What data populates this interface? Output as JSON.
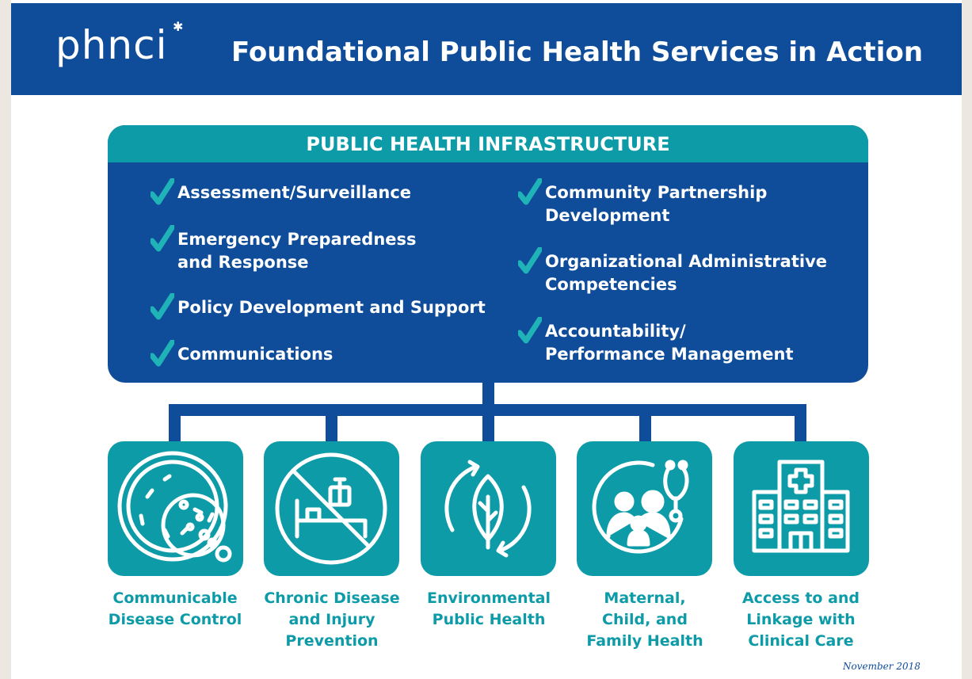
{
  "header": {
    "logo": "phnci",
    "title": "Foundational Public Health Services in Action"
  },
  "infrastructure": {
    "heading": "PUBLIC HEALTH INFRASTRUCTURE",
    "left_items": [
      "Assessment/Surveillance",
      "Emergency Preparedness\nand Response",
      "Policy Development and Support",
      "Communications"
    ],
    "right_items": [
      "Community Partnership\nDevelopment",
      "Organizational Administrative\nCompetencies",
      "Accountability/\nPerformance Management"
    ]
  },
  "areas": [
    {
      "label": "Communicable\nDisease Control",
      "icon": "petri-dish-icon"
    },
    {
      "label": "Chronic Disease\nand Injury\nPrevention",
      "icon": "no-bed-icon"
    },
    {
      "label": "Environmental\nPublic Health",
      "icon": "leaf-cycle-icon"
    },
    {
      "label": "Maternal,\nChild, and\nFamily Health",
      "icon": "family-stethoscope-icon"
    },
    {
      "label": "Access to and\nLinkage with\nClinical Care",
      "icon": "hospital-icon"
    }
  ],
  "footer": {
    "date": "November 2018"
  },
  "colors": {
    "navy": "#0f4c99",
    "teal": "#0e9ba8",
    "check": "#1fb3b8"
  }
}
